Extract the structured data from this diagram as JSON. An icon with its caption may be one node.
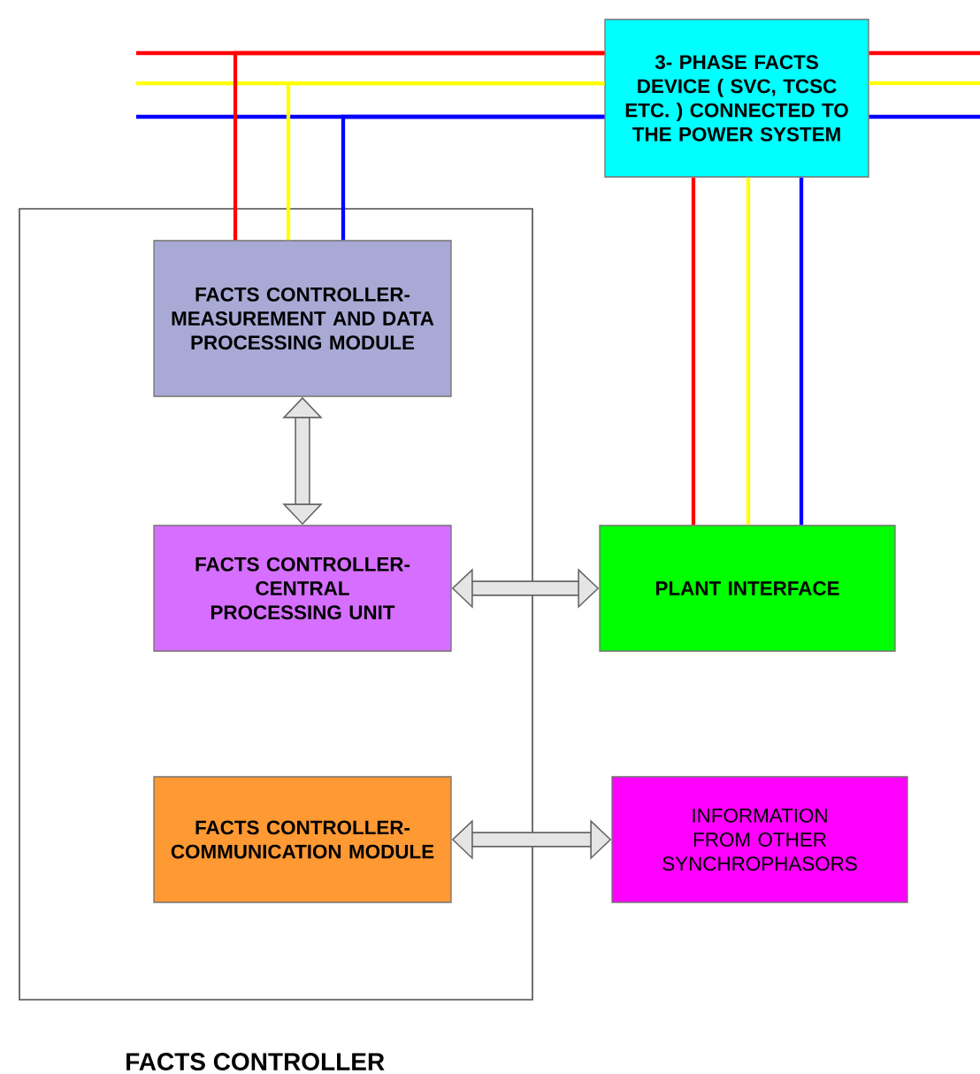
{
  "diagram": {
    "nodes": [
      {
        "text": [
          "3- PHASE FACTS DEVICE ( SVC, TCSC ETC. ) CONNECTED TO THE POWER SYSTEM"
        ]
      },
      {
        "text": [
          "FACTS CONTROLLER"
        ]
      },
      {
        "text": [
          "FACTS CONTROLLER- MEASUREMENT AND DATA PROCESSING MODULE"
        ],
        "in": 1
      },
      {
        "text": [
          "FACTS CONTROLLER- CENTRAL PROCESSING UNIT"
        ],
        "in": 1
      },
      {
        "text": [
          "PLANT INTERFACE"
        ]
      },
      {
        "text": [
          "FACTS CONTROLLER- COMMUNICATION MODULE"
        ],
        "in": 1
      },
      {
        "text": [
          "INFORMATION FROM OTHER SYNCHROPHASORS"
        ]
      }
    ],
    "edges": [
      {
        "from": null,
        "to": 0,
        "arrow": "none",
        "color": "#ff0000"
      },
      {
        "from": null,
        "to": 0,
        "arrow": "none",
        "color": "#ffff00"
      },
      {
        "from": null,
        "to": 0,
        "arrow": "none",
        "color": "#0000ff"
      },
      {
        "from": 0,
        "to": null,
        "arrow": "none",
        "color": "#ff0000"
      },
      {
        "from": 0,
        "to": null,
        "arrow": "none",
        "color": "#ffff00"
      },
      {
        "from": 0,
        "to": null,
        "arrow": "none",
        "color": "#0000ff"
      },
      {
        "from": 0,
        "to": 2,
        "arrow": "none",
        "color": "#ff0000"
      },
      {
        "from": 0,
        "to": 2,
        "arrow": "none",
        "color": "#ffff00"
      },
      {
        "from": 0,
        "to": 2,
        "arrow": "none",
        "color": "#0000ff"
      },
      {
        "from": 0,
        "to": 4,
        "arrow": "none",
        "color": "#ff0000"
      },
      {
        "from": 0,
        "to": 4,
        "arrow": "none",
        "color": "#ffff00"
      },
      {
        "from": 0,
        "to": 4,
        "arrow": "none",
        "color": "#0000ff"
      },
      {
        "from": 2,
        "to": 3,
        "arrow": "both",
        "style": "thick",
        "color": "#666666"
      },
      {
        "from": 3,
        "to": 4,
        "arrow": "both",
        "style": "thick",
        "color": "#666666"
      },
      {
        "from": 5,
        "to": 6,
        "arrow": "both",
        "style": "thick",
        "color": "#666666"
      }
    ]
  }
}
